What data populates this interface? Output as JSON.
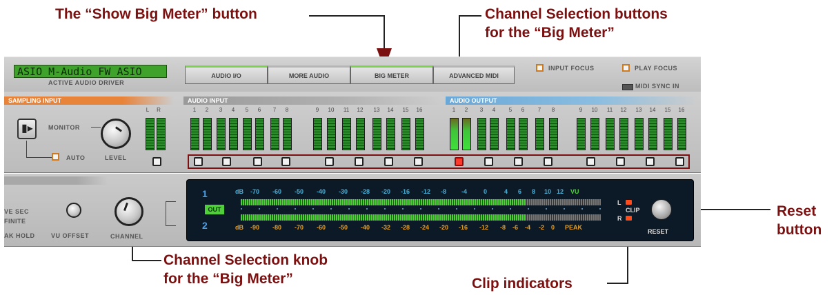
{
  "annotations": {
    "show_big_meter": "The “Show Big Meter” button",
    "channel_buttons_line1": "Channel Selection buttons",
    "channel_buttons_line2": "for the “Big Meter”",
    "channel_knob_line1": "Channel Selection knob",
    "channel_knob_line2": "for the “Big Meter”",
    "clip_indicators": "Clip indicators",
    "reset_line1": "Reset",
    "reset_line2": "button"
  },
  "top_panel": {
    "driver_lcd": "ASIO M-Audio FW ASIO",
    "driver_caption": "ACTIVE AUDIO DRIVER",
    "tabs": [
      "AUDIO I/O",
      "MORE AUDIO",
      "BIG METER",
      "ADVANCED MIDI"
    ],
    "input_focus": "INPUT FOCUS",
    "play_focus": "PLAY FOCUS",
    "midi_sync": "MIDI SYNC IN"
  },
  "mid_panel": {
    "sampling_input": "SAMPLING INPUT",
    "monitor": "MONITOR",
    "auto": "AUTO",
    "level": "LEVEL",
    "lr": [
      "L",
      "R"
    ],
    "audio_input": "AUDIO INPUT",
    "audio_output": "AUDIO OUTPUT",
    "input_channels": [
      "1",
      "2",
      "3",
      "4",
      "5",
      "6",
      "7",
      "8",
      "9",
      "10",
      "11",
      "12",
      "13",
      "14",
      "15",
      "16"
    ],
    "output_channels": [
      "1",
      "2",
      "3",
      "4",
      "5",
      "6",
      "7",
      "8",
      "9",
      "10",
      "11",
      "12",
      "13",
      "14",
      "15",
      "16"
    ]
  },
  "bottom_panel": {
    "left_labels": [
      "VE SEC",
      "FINITE"
    ],
    "peak_hold": "AK HOLD",
    "vu_offset": "VU OFFSET",
    "channel": "CHANNEL",
    "display": {
      "ch1": "1",
      "ch2": "2",
      "out": "OUT",
      "vu_scale": [
        "dB",
        "-70",
        "-60",
        "-50",
        "-40",
        "-30",
        "-28",
        "-20",
        "-16",
        "-12",
        "-8",
        "-4",
        "0",
        "4",
        "6",
        "8",
        "10",
        "12",
        "VU"
      ],
      "peak_scale": [
        "dB",
        "-90",
        "-80",
        "-70",
        "-60",
        "-50",
        "-40",
        "-32",
        "-28",
        "-24",
        "-20",
        "-16",
        "-12",
        "-8",
        "-6",
        "-4",
        "-2",
        "0",
        "PEAK"
      ],
      "l": "L",
      "r": "R",
      "clip": "CLIP",
      "reset": "RESET"
    }
  },
  "colors": {
    "annotation": "#7a1010",
    "lcd_green": "#3fa22a",
    "sampling_orange": "#e8833a",
    "input_gray": "#9a9a9a",
    "output_blue": "#6aa8d8",
    "clip_red": "#ff4a1a"
  }
}
